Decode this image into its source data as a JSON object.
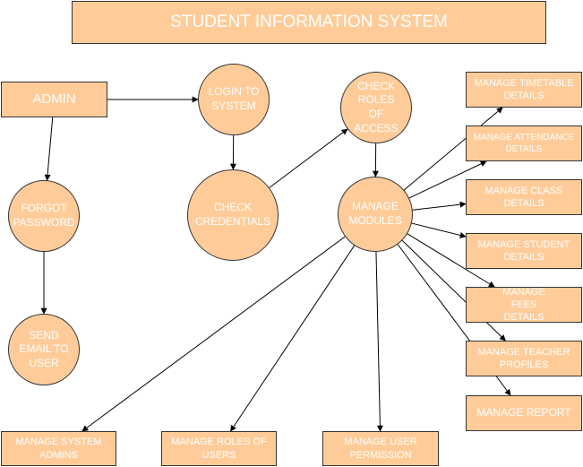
{
  "colors": {
    "node_fill": "#FFCC99",
    "node_stroke": "#333333",
    "text": "#ffffff",
    "edge": "#000000"
  },
  "title": "STUDENT INFORMATION SYSTEM",
  "nodes": {
    "admin": "ADMIN",
    "login": "LOGIN TO SYSTEM",
    "check_credentials": "CHECK CREDENTIALS",
    "check_roles": "CHECK ROLES OF ACCESS",
    "manage_modules": "MANAGE MODULES",
    "forgot_password": "FORGOT PASSWORD",
    "send_email": "SEND EMAIL TO USER",
    "timetable": "MANAGE TIMETABLE DETAILS",
    "attendance": "MANAGE ATTENDANCE DETAILS",
    "class": "MANAGE CLASS DETAILS",
    "student": "MANAGE STUDENT DETAILS",
    "fees": "MANAGE FEES DETAILS",
    "teacher": "MANAGE TEACHER PROFILES",
    "report": "MANAGE REPORT",
    "system_admins": "MANAGE SYSTEM ADMINS",
    "roles_users": "MANAGE ROLES OF USERS",
    "user_permission": "MANAGE USER PERMISSION"
  },
  "edges": [
    [
      "admin",
      "login"
    ],
    [
      "login",
      "check_credentials"
    ],
    [
      "check_credentials",
      "check_roles"
    ],
    [
      "check_roles",
      "manage_modules"
    ],
    [
      "admin",
      "forgot_password"
    ],
    [
      "forgot_password",
      "send_email"
    ],
    [
      "manage_modules",
      "timetable"
    ],
    [
      "manage_modules",
      "attendance"
    ],
    [
      "manage_modules",
      "class"
    ],
    [
      "manage_modules",
      "student"
    ],
    [
      "manage_modules",
      "fees"
    ],
    [
      "manage_modules",
      "teacher"
    ],
    [
      "manage_modules",
      "report"
    ],
    [
      "manage_modules",
      "system_admins"
    ],
    [
      "manage_modules",
      "roles_users"
    ],
    [
      "manage_modules",
      "user_permission"
    ]
  ]
}
